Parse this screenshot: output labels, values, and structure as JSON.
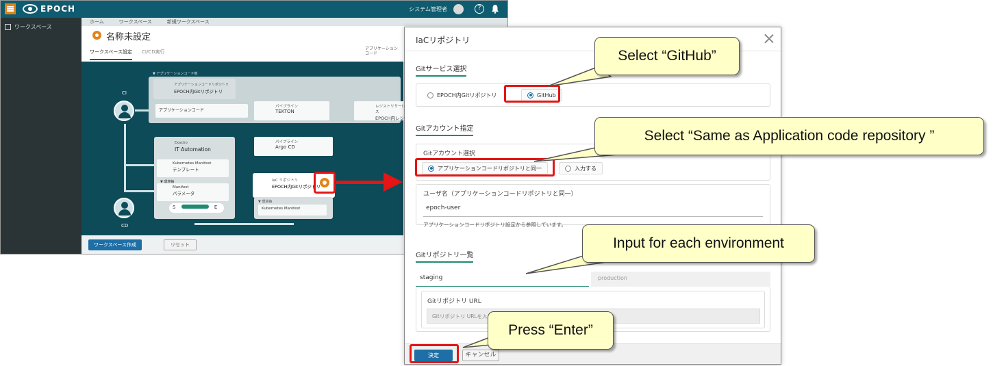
{
  "app": {
    "logo": "EPOCH",
    "user_name": "システム管理者",
    "help_glyph": "?",
    "sidebar": {
      "workspace_label": "ワークスペース"
    },
    "breadcrumb": [
      "ホーム",
      "ワークスペース",
      "新規ワークスペース"
    ],
    "page_title": "名称未設定",
    "tabs": [
      "ワークスペース設定",
      "CI/CD実行"
    ],
    "appcode_label": "アプリケーションコード",
    "canvas": {
      "app_code_repo_title": "▼ アプリケーションコード他",
      "app_code_repo_sub": "アプリケーションコードリポジトリ",
      "app_code_repo_name": "EPOCH内Gitリポジトリ",
      "app_code": "アプリケーションコード",
      "pipeline_label": "パイプライン",
      "pipeline_tekton": "TEKTON",
      "registry_label": "レジストリサービス",
      "registry_name": "EPOCH内レジ",
      "exastro_label": "Exastro",
      "ita": "IT Automation",
      "argo_label": "パイプライン",
      "argo": "Argo CD",
      "k8s_manifest_template": "Kubernetes Manifest",
      "template_label": "テンプレート",
      "env_label": "▼ 環境毎",
      "manifest": "Manifest",
      "params": "パラメータ",
      "iac_label": "IaC リポジトリ",
      "iac_name": "EPOCH内Gitリポジトリ",
      "env_label2": "▼ 環境毎",
      "k8s_manifest": "Kubernetes Manifest",
      "ci": "CI",
      "cd": "CD",
      "s": "S",
      "e": "E"
    },
    "buttons": {
      "create": "ワークスペース作成",
      "reset": "リセット"
    }
  },
  "modal": {
    "title": "IaCリポジトリ",
    "git_service_section": "Gitサービス選択",
    "git_service_options": [
      "EPOCH内Gitリポジトリ",
      "GitHub"
    ],
    "git_service_selected": "GitHub",
    "git_account_section": "Gitアカウント指定",
    "git_account_select_label": "Gitアカウント選択",
    "git_account_options": [
      "アプリケーションコードリポジトリと同一",
      "入力する"
    ],
    "git_account_selected": "アプリケーションコードリポジトリと同一",
    "username_label": "ユーザ名（アプリケーションコードリポジトリと同一）",
    "username_value": "epoch-user",
    "username_help": "アプリケーションコードリポジトリ設定から参照しています。",
    "repo_list_section": "Gitリポジトリ一覧",
    "env_tabs": [
      "staging",
      "production"
    ],
    "repo_url_label": "Gitリポジトリ URL",
    "repo_url_placeholder": "Gitリポジトリ URLを入",
    "ok_button": "決定",
    "cancel_button": "キャンセル"
  },
  "callouts": {
    "select_github": "Select “GitHub”",
    "select_same": "Select “Same as Application code repository ”",
    "input_env": "Input for each environment",
    "press_enter": "Press “Enter”"
  },
  "colors": {
    "topbar": "#0f5b6f",
    "accent_orange": "#e0851b",
    "highlight_red": "#e31515",
    "primary_button": "#1d6fa5",
    "callout_fill": "#ffffc8"
  }
}
